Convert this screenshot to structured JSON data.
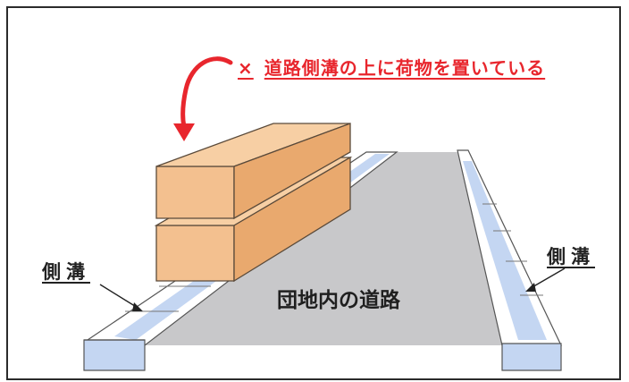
{
  "warning": {
    "mark": "×",
    "text": "道路側溝の上に荷物を置いている"
  },
  "labels": {
    "gutter_left": "側溝",
    "gutter_right": "側溝",
    "road": "団地内の道路"
  },
  "colors": {
    "warning_red": "#e8262d",
    "road_gray": "#c9c9cb",
    "cargo_tan": "#f2c08f",
    "gutter_water": "#b9cff0"
  }
}
